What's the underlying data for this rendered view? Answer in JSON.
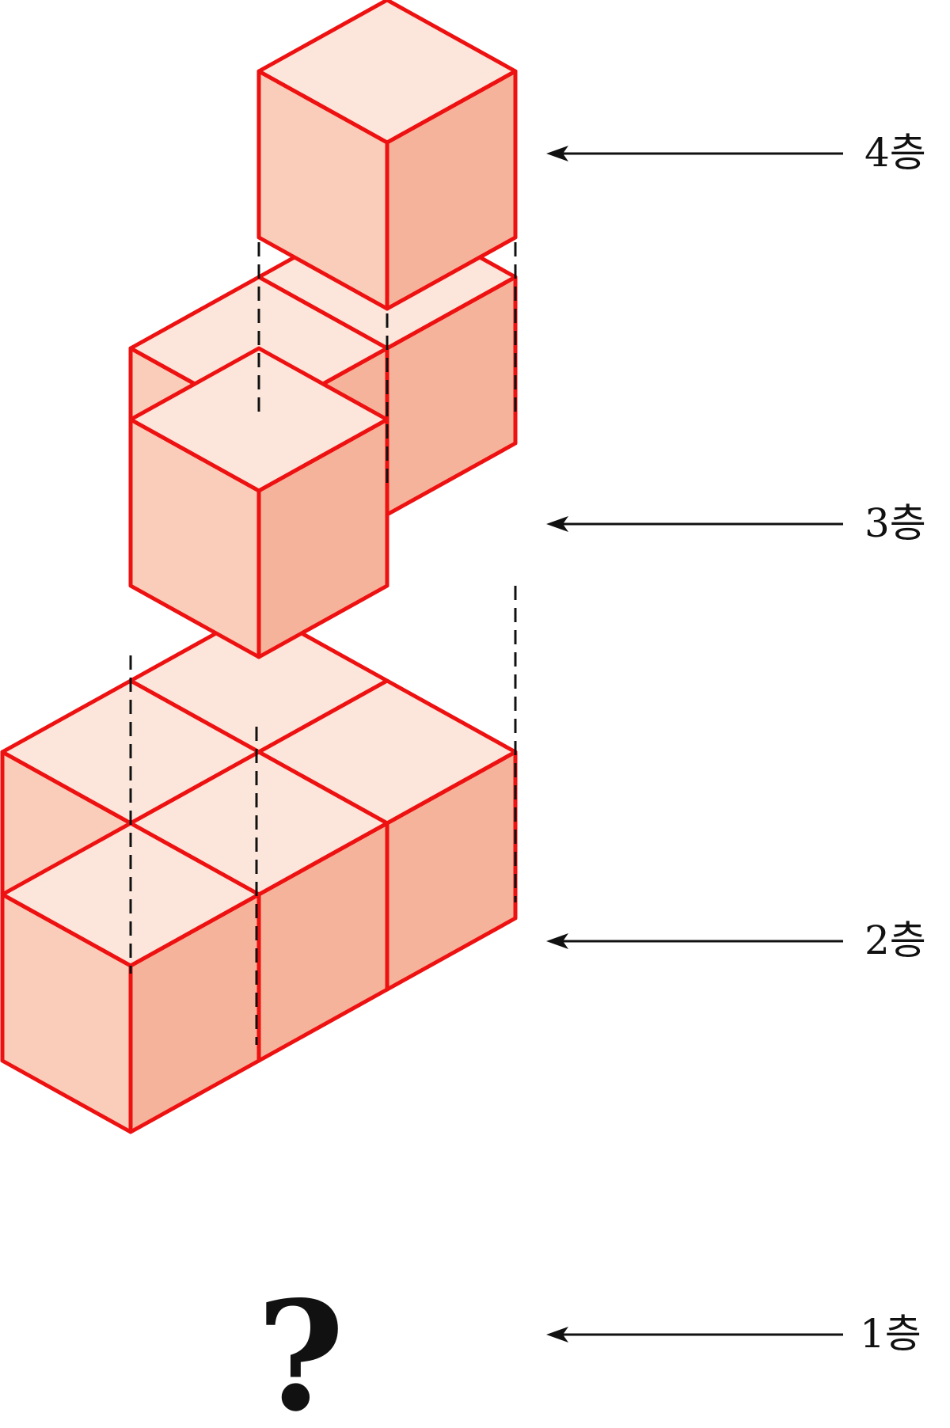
{
  "layers": [
    {
      "label": "4층"
    },
    {
      "label": "3층"
    },
    {
      "label": "2층"
    },
    {
      "label": "1층"
    }
  ],
  "question_mark": "?",
  "colors": {
    "edge": "#ee1111",
    "top_face": "#fce5da",
    "left_face": "#f9cdb9",
    "right_face": "#f6b39b",
    "guide": "#111111"
  },
  "cube_counts": {
    "layer_4": 1,
    "layer_3": 3,
    "layer_2": 5
  }
}
